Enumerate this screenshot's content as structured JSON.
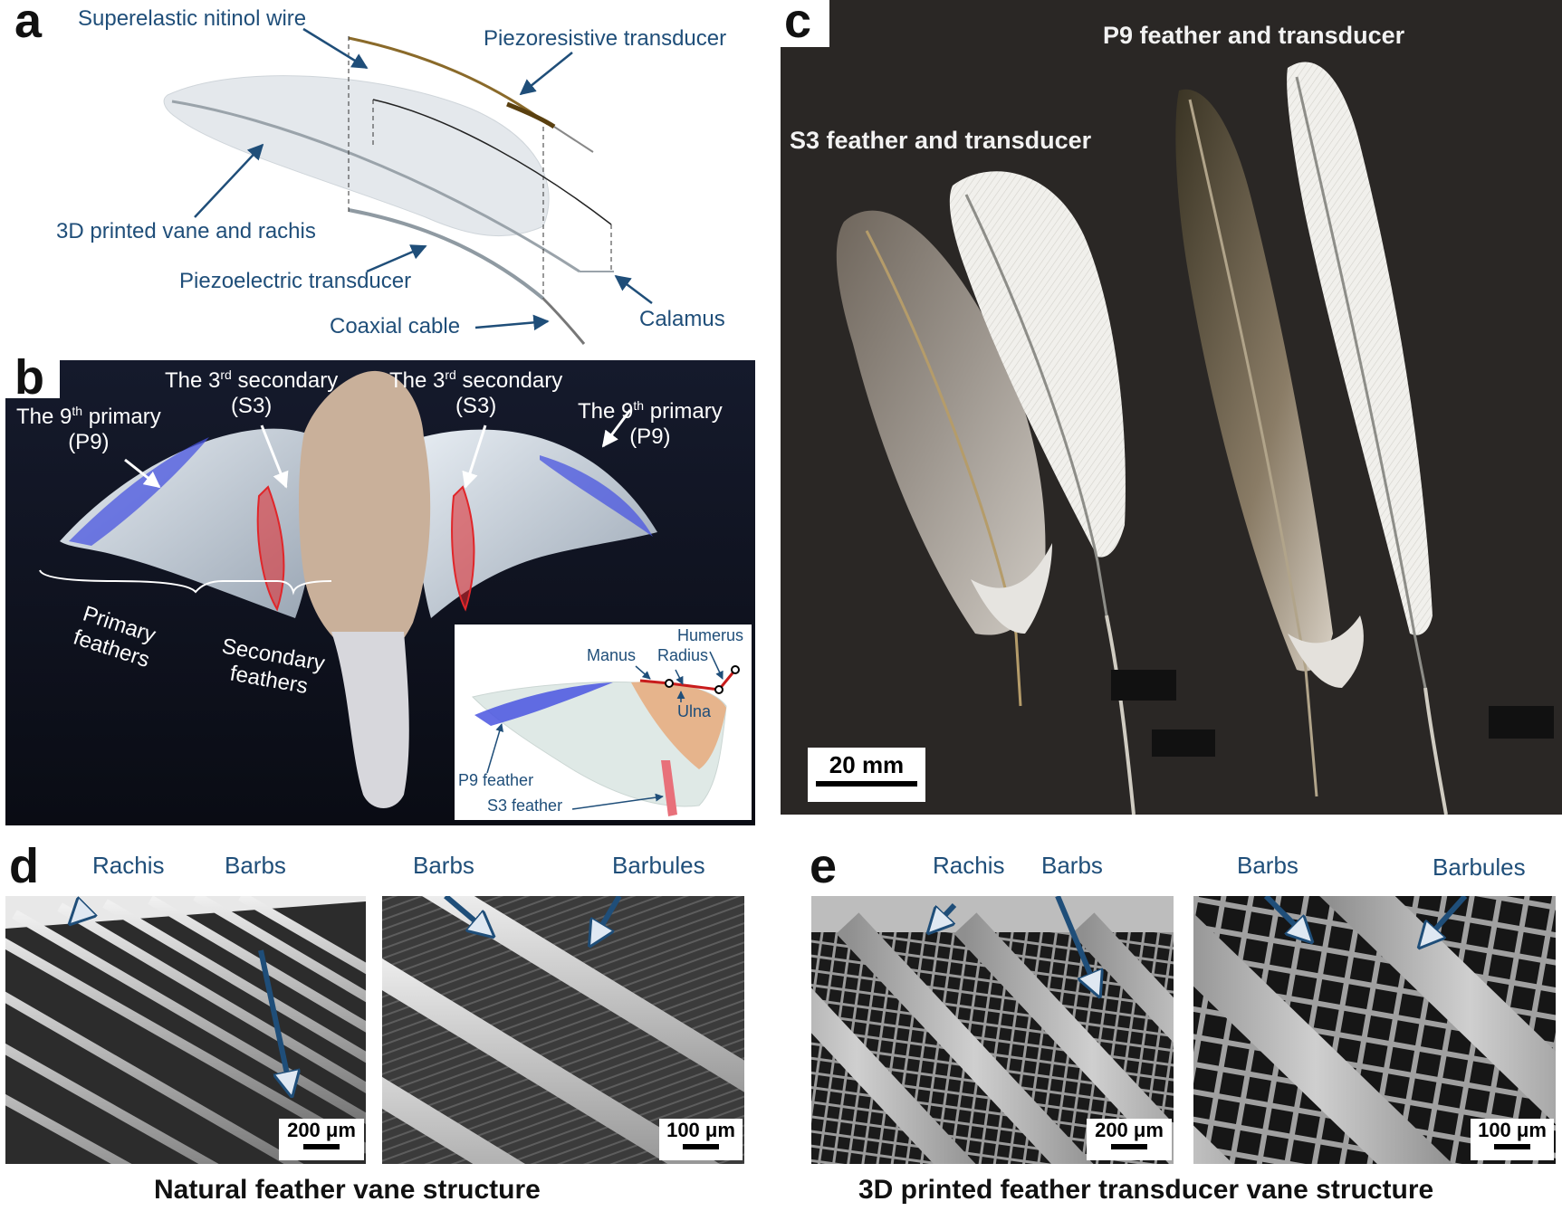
{
  "panel_labels": {
    "a": "a",
    "b": "b",
    "c": "c",
    "d": "d",
    "e": "e"
  },
  "panel_a": {
    "nitinol": "Superelastic nitinol wire",
    "piezoresistive": "Piezoresistive transducer",
    "vane": "3D printed vane and rachis",
    "piezoelectric": "Piezoelectric transducer",
    "coaxial": "Coaxial cable",
    "calamus": "Calamus"
  },
  "panel_b": {
    "p9_left": {
      "line1_pre": "The 9",
      "sup": "th",
      "line1_post": " primary",
      "line2": "(P9)"
    },
    "s3_left": {
      "line1_pre": "The 3",
      "sup": "rd",
      "line1_post": " secondary",
      "line2": "(S3)"
    },
    "s3_right": {
      "line1_pre": "The 3",
      "sup": "rd",
      "line1_post": " secondary",
      "line2": "(S3)"
    },
    "p9_right": {
      "line1_pre": "The 9",
      "sup": "th",
      "line1_post": " primary",
      "line2": "(P9)"
    },
    "primary": {
      "line1": "Primary",
      "line2": "feathers"
    },
    "secondary": {
      "line1": "Secondary",
      "line2": "feathers"
    },
    "inset": {
      "humerus": "Humerus",
      "manus": "Manus",
      "radius": "Radius",
      "ulna": "Ulna",
      "p9_feather": "P9 feather",
      "s3_feather": "S3 feather"
    }
  },
  "panel_c": {
    "s3_title": "S3 feather and transducer",
    "p9_title": "P9 feather and transducer",
    "scale": "20 mm"
  },
  "panel_d": {
    "rachis": "Rachis",
    "barbs_1": "Barbs",
    "barbs_2": "Barbs",
    "barbules": "Barbules",
    "scale_1": "200 μm",
    "scale_2": "100 μm",
    "caption": "Natural feather vane structure"
  },
  "panel_e": {
    "rachis": "Rachis",
    "barbs_1": "Barbs",
    "barbs_2": "Barbs",
    "barbules": "Barbules",
    "scale_1": "200 μm",
    "scale_2": "100 μm",
    "caption": "3D printed feather transducer vane structure"
  },
  "colors": {
    "label_blue": "#1f4e79",
    "highlight_blue": "#4a55e0",
    "highlight_red": "#e0262a",
    "backdrop_c": "#2a2725"
  }
}
